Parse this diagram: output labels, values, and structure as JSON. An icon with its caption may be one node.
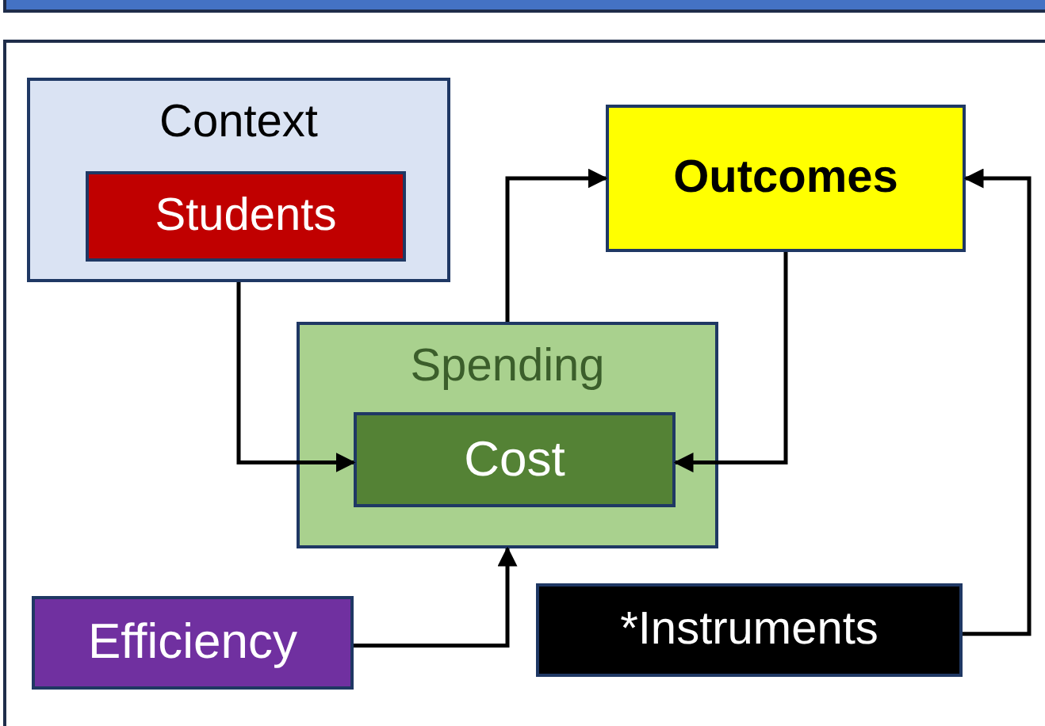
{
  "diagram": {
    "nodes": [
      {
        "text": [
          "Context"
        ]
      },
      {
        "text": [
          "Students"
        ],
        "in": 0
      },
      {
        "text": [
          "Outcomes"
        ]
      },
      {
        "text": [
          "Spending"
        ]
      },
      {
        "text": [
          "Cost"
        ],
        "in": 3
      },
      {
        "text": [
          "Efficiency"
        ]
      },
      {
        "text": [
          "*Instruments"
        ]
      }
    ],
    "edges": [
      {
        "from": 0,
        "to": 4,
        "arrow": "to"
      },
      {
        "from": 3,
        "to": 2,
        "arrow": "to"
      },
      {
        "from": 2,
        "to": 4,
        "arrow": "to"
      },
      {
        "from": 5,
        "to": 3,
        "arrow": "to"
      },
      {
        "from": 6,
        "to": 2,
        "arrow": "to"
      }
    ]
  }
}
